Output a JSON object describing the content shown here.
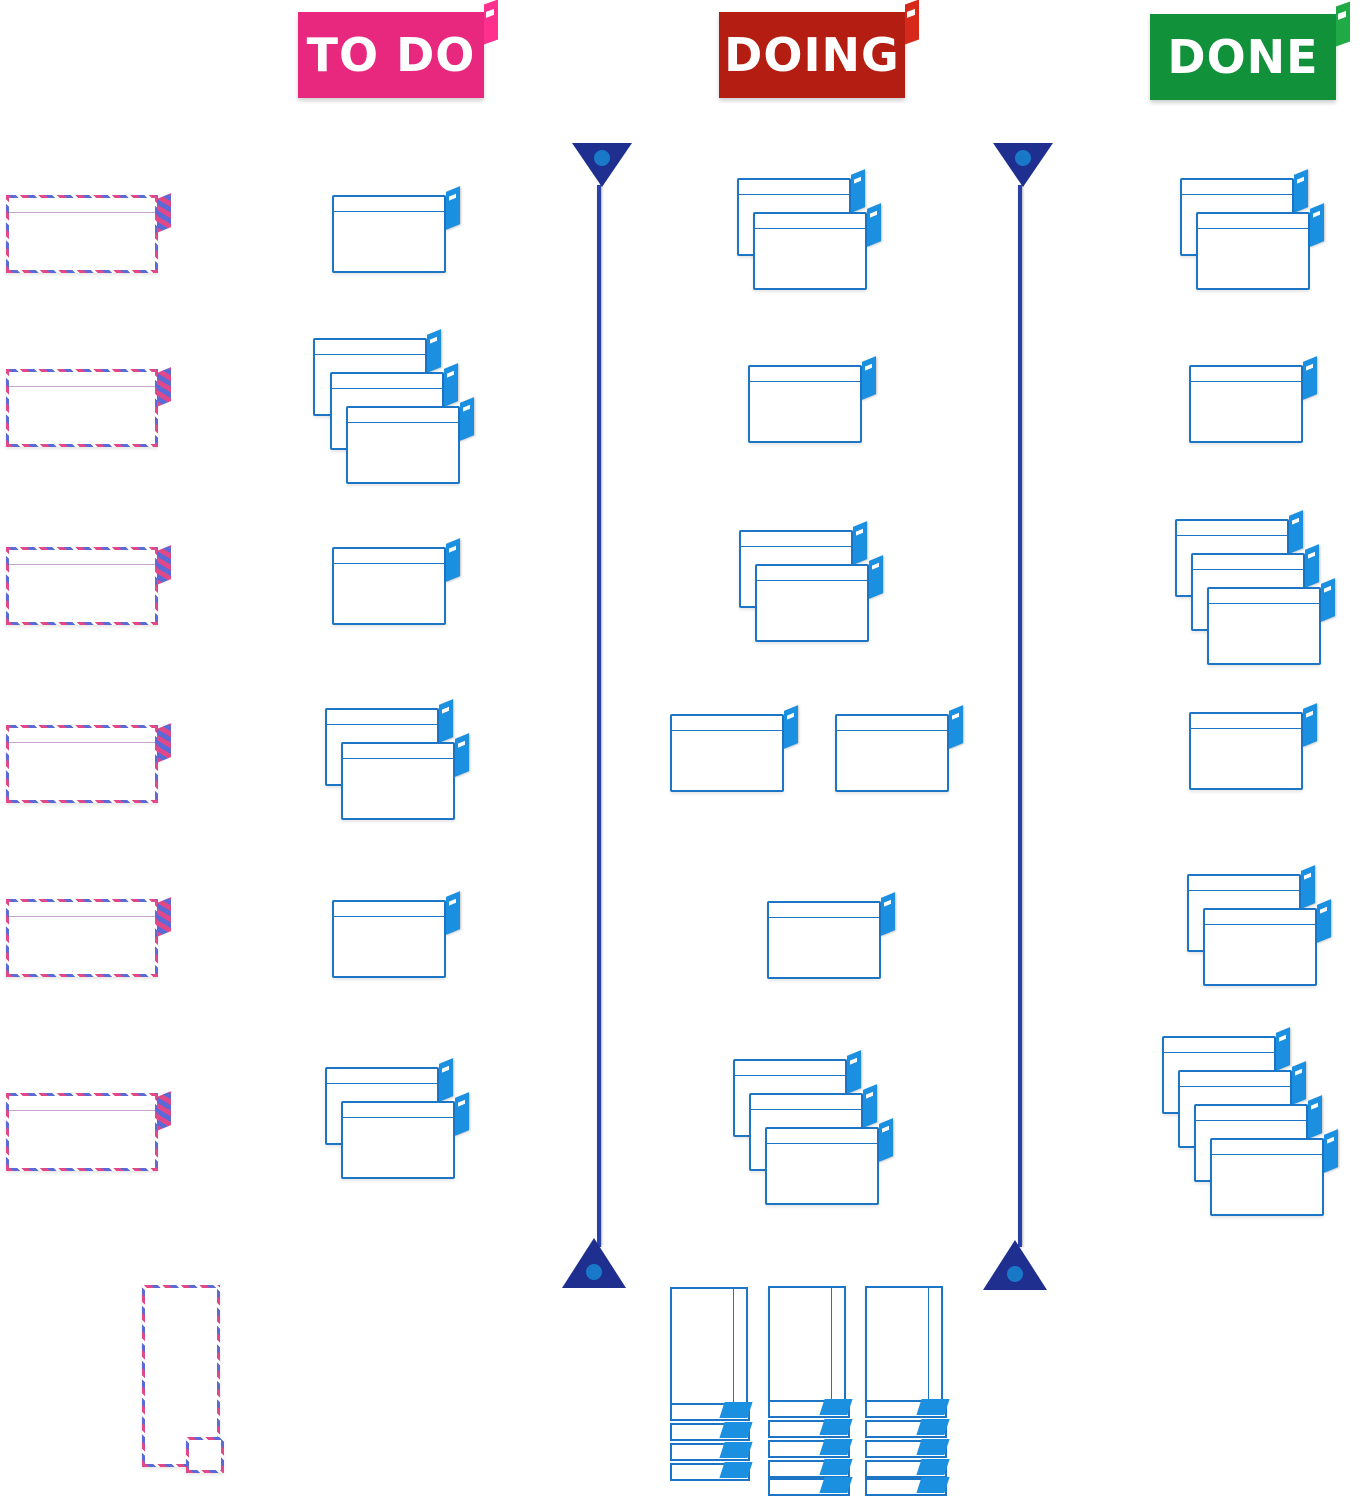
{
  "columns": {
    "todo": {
      "label": "TO DO",
      "color": "#e8277f",
      "tab_color": "#ff2f8e"
    },
    "doing": {
      "label": "DOING",
      "color": "#b41e12",
      "tab_color": "#d6291a"
    },
    "done": {
      "label": "DONE",
      "color": "#11923a",
      "tab_color": "#1faa45"
    }
  },
  "colors": {
    "card_border": "#1c75c5",
    "card_tab": "#1b8fe0",
    "divider": "#2840a8"
  },
  "icons": [
    "card-tab-icon",
    "divider-anchor-icon"
  ]
}
